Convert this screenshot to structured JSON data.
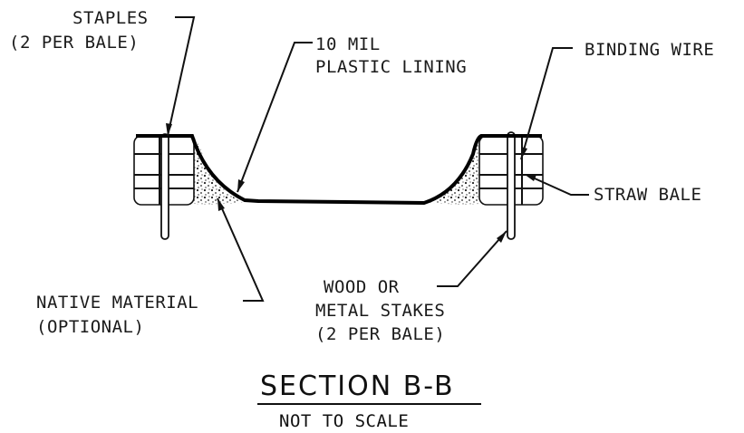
{
  "labels": {
    "staples": [
      "STAPLES",
      "(2 PER BALE)"
    ],
    "plastic_lining": [
      "10 MIL",
      "PLASTIC LINING"
    ],
    "binding_wire": [
      "BINDING WIRE"
    ],
    "straw_bale": [
      "STRAW BALE"
    ],
    "native_material": [
      "NATIVE MATERIAL",
      "(OPTIONAL)"
    ],
    "stakes": [
      "WOOD OR",
      "METAL STAKES",
      "(2 PER BALE)"
    ]
  },
  "section": {
    "title": "SECTION B-B",
    "subtitle": "NOT TO SCALE"
  }
}
